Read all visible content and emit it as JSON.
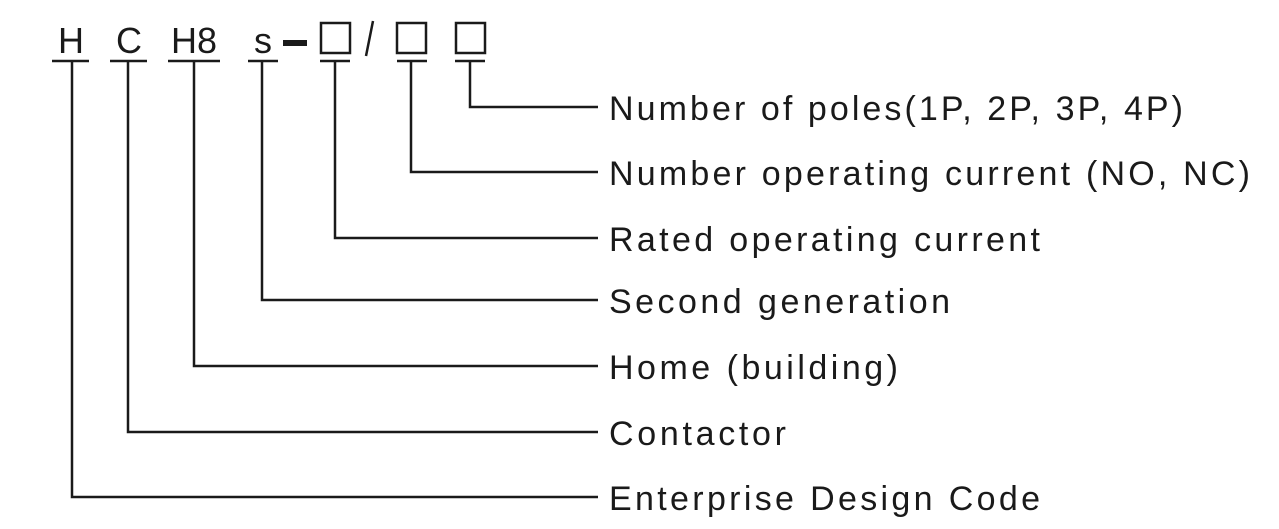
{
  "code": {
    "parts": [
      "H",
      "C",
      "H8",
      "s"
    ],
    "dash": "–",
    "slash": "/"
  },
  "labels": [
    "Number of poles(1P, 2P, 3P, 4P)",
    "Number operating current (NO, NC)",
    "Rated operating current",
    "Second generation",
    "Home (building)",
    "Contactor",
    "Enterprise Design Code"
  ]
}
